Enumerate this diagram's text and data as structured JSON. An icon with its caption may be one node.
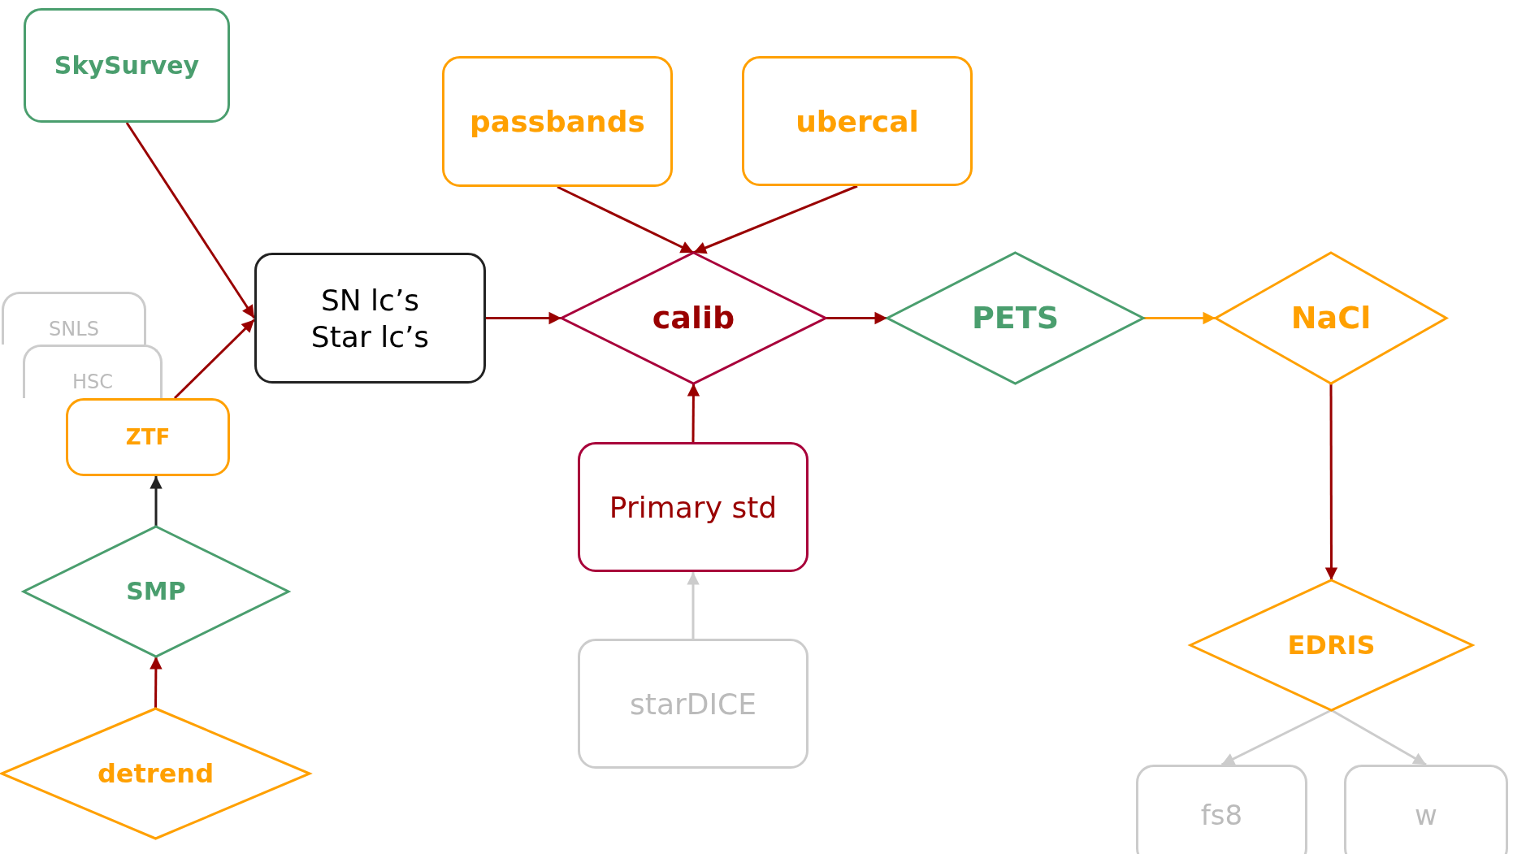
{
  "diagram": {
    "nodes": [
      {
        "text": [
          "SkySurvey"
        ]
      },
      {
        "text": [
          "passbands"
        ]
      },
      {
        "text": [
          "ubercal"
        ]
      },
      {
        "text": [
          "SNLS"
        ]
      },
      {
        "text": [
          "HSC"
        ]
      },
      {
        "text": [
          "ZTF"
        ]
      },
      {
        "text": [
          "SN lc’s Star lc’s"
        ]
      },
      {
        "text": [
          "calib"
        ]
      },
      {
        "text": [
          "PETS"
        ]
      },
      {
        "text": [
          "NaCl"
        ]
      },
      {
        "text": [
          "SMP"
        ]
      },
      {
        "text": [
          "Primary std"
        ]
      },
      {
        "text": [
          "detrend"
        ]
      },
      {
        "text": [
          "starDICE"
        ]
      },
      {
        "text": [
          "EDRIS"
        ]
      },
      {
        "text": [
          "fs8"
        ]
      },
      {
        "text": [
          "w"
        ]
      }
    ],
    "edges": [
      {
        "from": 0,
        "to": 6,
        "arrow": "to"
      },
      {
        "from": 5,
        "to": 6,
        "arrow": "to"
      },
      {
        "from": 1,
        "to": 7,
        "arrow": "to"
      },
      {
        "from": 2,
        "to": 7,
        "arrow": "to"
      },
      {
        "from": 6,
        "to": 7,
        "arrow": "to"
      },
      {
        "from": 7,
        "to": 8,
        "arrow": "to"
      },
      {
        "from": 8,
        "to": 9,
        "arrow": "to",
        "color": "#ffa000"
      },
      {
        "from": 9,
        "to": 14,
        "arrow": "to"
      },
      {
        "from": 11,
        "to": 7,
        "arrow": "to"
      },
      {
        "from": 13,
        "to": 11,
        "arrow": "to",
        "color": "#cccccc"
      },
      {
        "from": 10,
        "to": 5,
        "arrow": "to",
        "color": "#222222"
      },
      {
        "from": 12,
        "to": 10,
        "arrow": "to"
      },
      {
        "from": 14,
        "to": 15,
        "arrow": "to",
        "color": "#cccccc"
      },
      {
        "from": 14,
        "to": 16,
        "arrow": "to",
        "color": "#cccccc"
      }
    ]
  }
}
